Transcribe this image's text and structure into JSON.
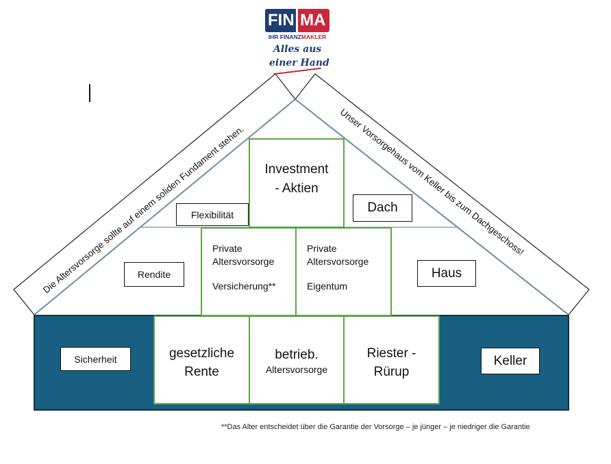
{
  "logo": {
    "brand_left": "FIN",
    "brand_right": "MA",
    "subtitle_left": "IHR FINANZ",
    "subtitle_right": "MAKLER",
    "slogan_line1": "Alles aus",
    "slogan_line2": "einer Hand",
    "colors": {
      "navy": "#1f3d72",
      "red": "#c8283a"
    }
  },
  "roof_banners": {
    "left": "Die Altersvorsorge sollte auf einem soliden Fundament stehen.",
    "right": "Unser Vorsorgehaus vom Keller bis zum Dachgeschoss!"
  },
  "attic": {
    "product": {
      "line1": "Investment",
      "line2": "- Aktien"
    },
    "attribute": "Flexibilität",
    "level": "Dach"
  },
  "house_floor": {
    "products": [
      {
        "line1": "Private",
        "line2": "Altersvorsorge",
        "line3": "Versicherung**"
      },
      {
        "line1": "Private",
        "line2": "Altersvorsorge",
        "line3": "Eigentum"
      }
    ],
    "attribute": "Rendite",
    "level": "Haus"
  },
  "basement": {
    "products": [
      {
        "line1": "gesetzliche",
        "line2": "Rente"
      },
      {
        "line1": "betrieb.",
        "line2": "Altersvorsorge"
      },
      {
        "line1": "Riester -",
        "line2": "Rürup"
      }
    ],
    "attribute": "Sicherheit",
    "level": "Keller"
  },
  "footnote": "**Das Alter entscheidet über die Garantie der Vorsorge – je jünger – je niedriger die Garantie",
  "colors": {
    "basement_fill": "#185f82",
    "box_border": "#5ea447",
    "roof_line": "#6a8fa3"
  }
}
